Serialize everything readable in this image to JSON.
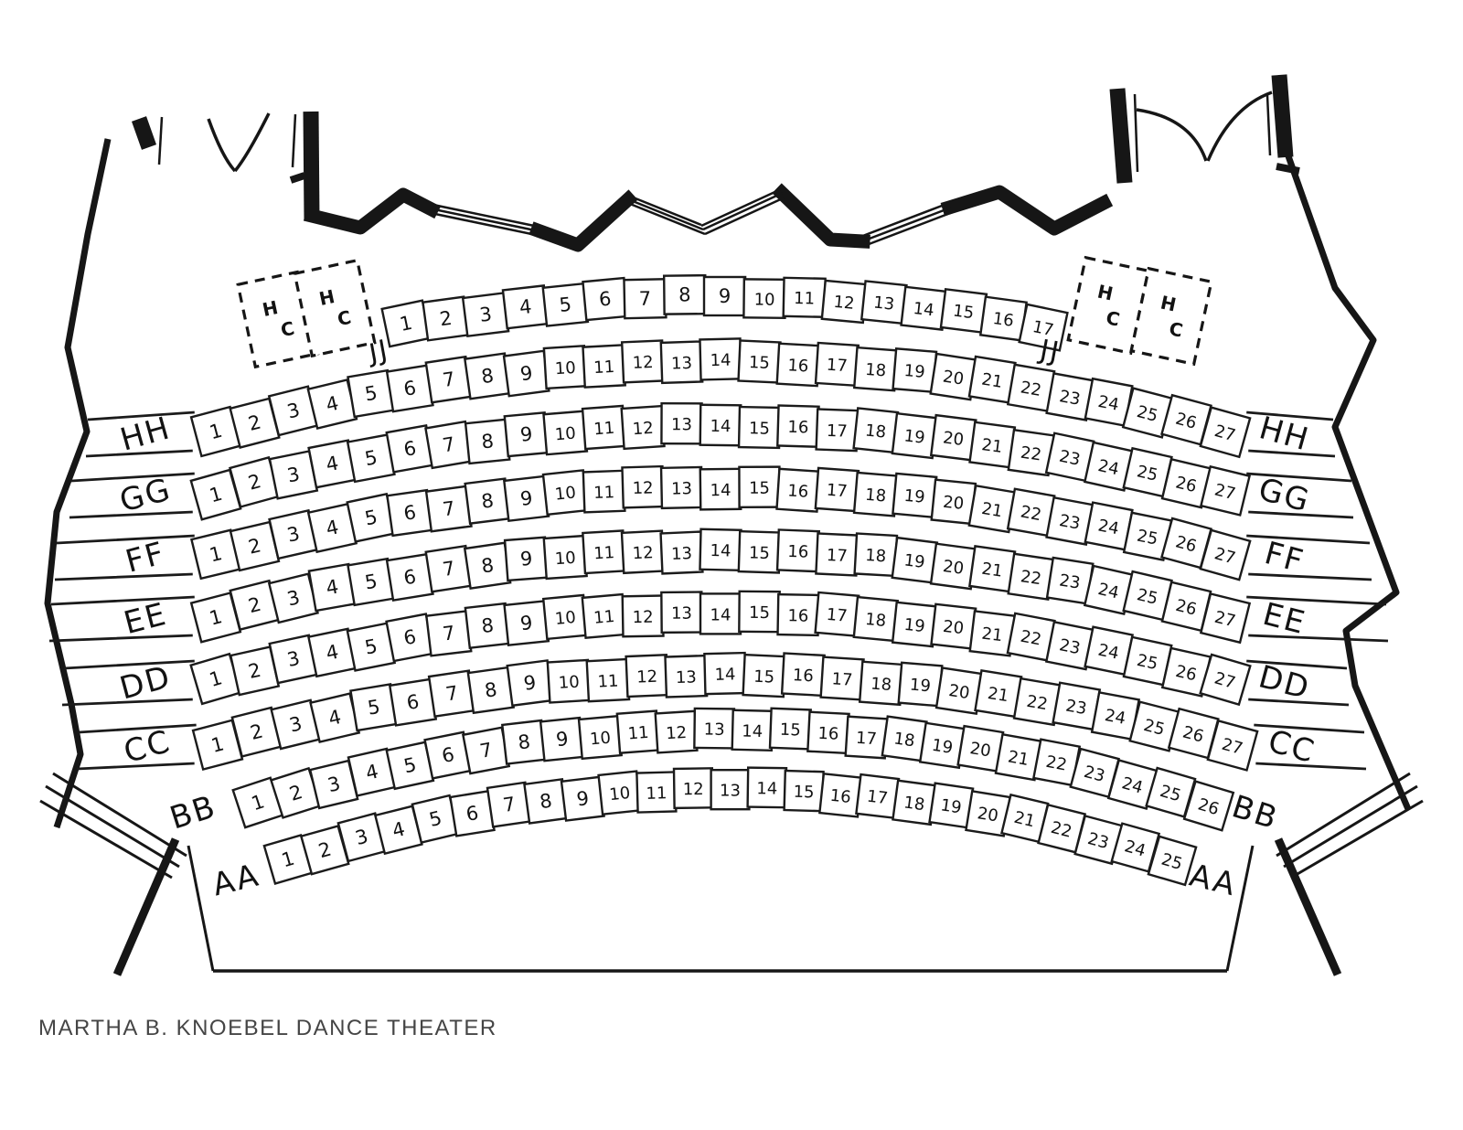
{
  "title": "MARTHA B. KNOEBEL DANCE THEATER",
  "hc_boxes": [
    {
      "id": "hc-left-1",
      "line1": "H",
      "line2": "C"
    },
    {
      "id": "hc-left-2",
      "line1": "H",
      "line2": "C"
    },
    {
      "id": "hc-right-1",
      "line1": "H",
      "line2": "C"
    },
    {
      "id": "hc-right-2",
      "line1": "H",
      "line2": "C"
    }
  ],
  "rows": [
    {
      "id": "JJ",
      "label": "JJ",
      "seats": [
        "1",
        "2",
        "3",
        "4",
        "5",
        "6",
        "7",
        "8",
        "9",
        "10",
        "11",
        "12",
        "13",
        "14",
        "15",
        "16",
        "17"
      ]
    },
    {
      "id": "HH",
      "label": "HH",
      "seats": [
        "1",
        "2",
        "3",
        "4",
        "5",
        "6",
        "7",
        "8",
        "9",
        "10",
        "11",
        "12",
        "13",
        "14",
        "15",
        "16",
        "17",
        "18",
        "19",
        "20",
        "21",
        "22",
        "23",
        "24",
        "25",
        "26",
        "27"
      ]
    },
    {
      "id": "GG",
      "label": "GG",
      "seats": [
        "1",
        "2",
        "3",
        "4",
        "5",
        "6",
        "7",
        "8",
        "9",
        "10",
        "11",
        "12",
        "13",
        "14",
        "15",
        "16",
        "17",
        "18",
        "19",
        "20",
        "21",
        "22",
        "23",
        "24",
        "25",
        "26",
        "27"
      ]
    },
    {
      "id": "FF",
      "label": "FF",
      "seats": [
        "1",
        "2",
        "3",
        "4",
        "5",
        "6",
        "7",
        "8",
        "9",
        "10",
        "11",
        "12",
        "13",
        "14",
        "15",
        "16",
        "17",
        "18",
        "19",
        "20",
        "21",
        "22",
        "23",
        "24",
        "25",
        "26",
        "27"
      ]
    },
    {
      "id": "EE",
      "label": "EE",
      "seats": [
        "1",
        "2",
        "3",
        "4",
        "5",
        "6",
        "7",
        "8",
        "9",
        "10",
        "11",
        "12",
        "13",
        "14",
        "15",
        "16",
        "17",
        "18",
        "19",
        "20",
        "21",
        "22",
        "23",
        "24",
        "25",
        "26",
        "27"
      ]
    },
    {
      "id": "DD",
      "label": "DD",
      "seats": [
        "1",
        "2",
        "3",
        "4",
        "5",
        "6",
        "7",
        "8",
        "9",
        "10",
        "11",
        "12",
        "13",
        "14",
        "15",
        "16",
        "17",
        "18",
        "19",
        "20",
        "21",
        "22",
        "23",
        "24",
        "25",
        "26",
        "27"
      ]
    },
    {
      "id": "CC",
      "label": "CC",
      "seats": [
        "1",
        "2",
        "3",
        "4",
        "5",
        "6",
        "7",
        "8",
        "9",
        "10",
        "11",
        "12",
        "13",
        "14",
        "15",
        "16",
        "17",
        "18",
        "19",
        "20",
        "21",
        "22",
        "23",
        "24",
        "25",
        "26",
        "27"
      ]
    },
    {
      "id": "BB",
      "label": "BB",
      "seats": [
        "1",
        "2",
        "3",
        "4",
        "5",
        "6",
        "7",
        "8",
        "9",
        "10",
        "11",
        "12",
        "13",
        "14",
        "15",
        "16",
        "17",
        "18",
        "19",
        "20",
        "21",
        "22",
        "23",
        "24",
        "25",
        "26"
      ]
    },
    {
      "id": "AA",
      "label": "AA",
      "seats": [
        "1",
        "2",
        "3",
        "4",
        "5",
        "6",
        "7",
        "8",
        "9",
        "10",
        "11",
        "12",
        "13",
        "14",
        "15",
        "16",
        "17",
        "18",
        "19",
        "20",
        "21",
        "22",
        "23",
        "24",
        "25"
      ]
    }
  ]
}
